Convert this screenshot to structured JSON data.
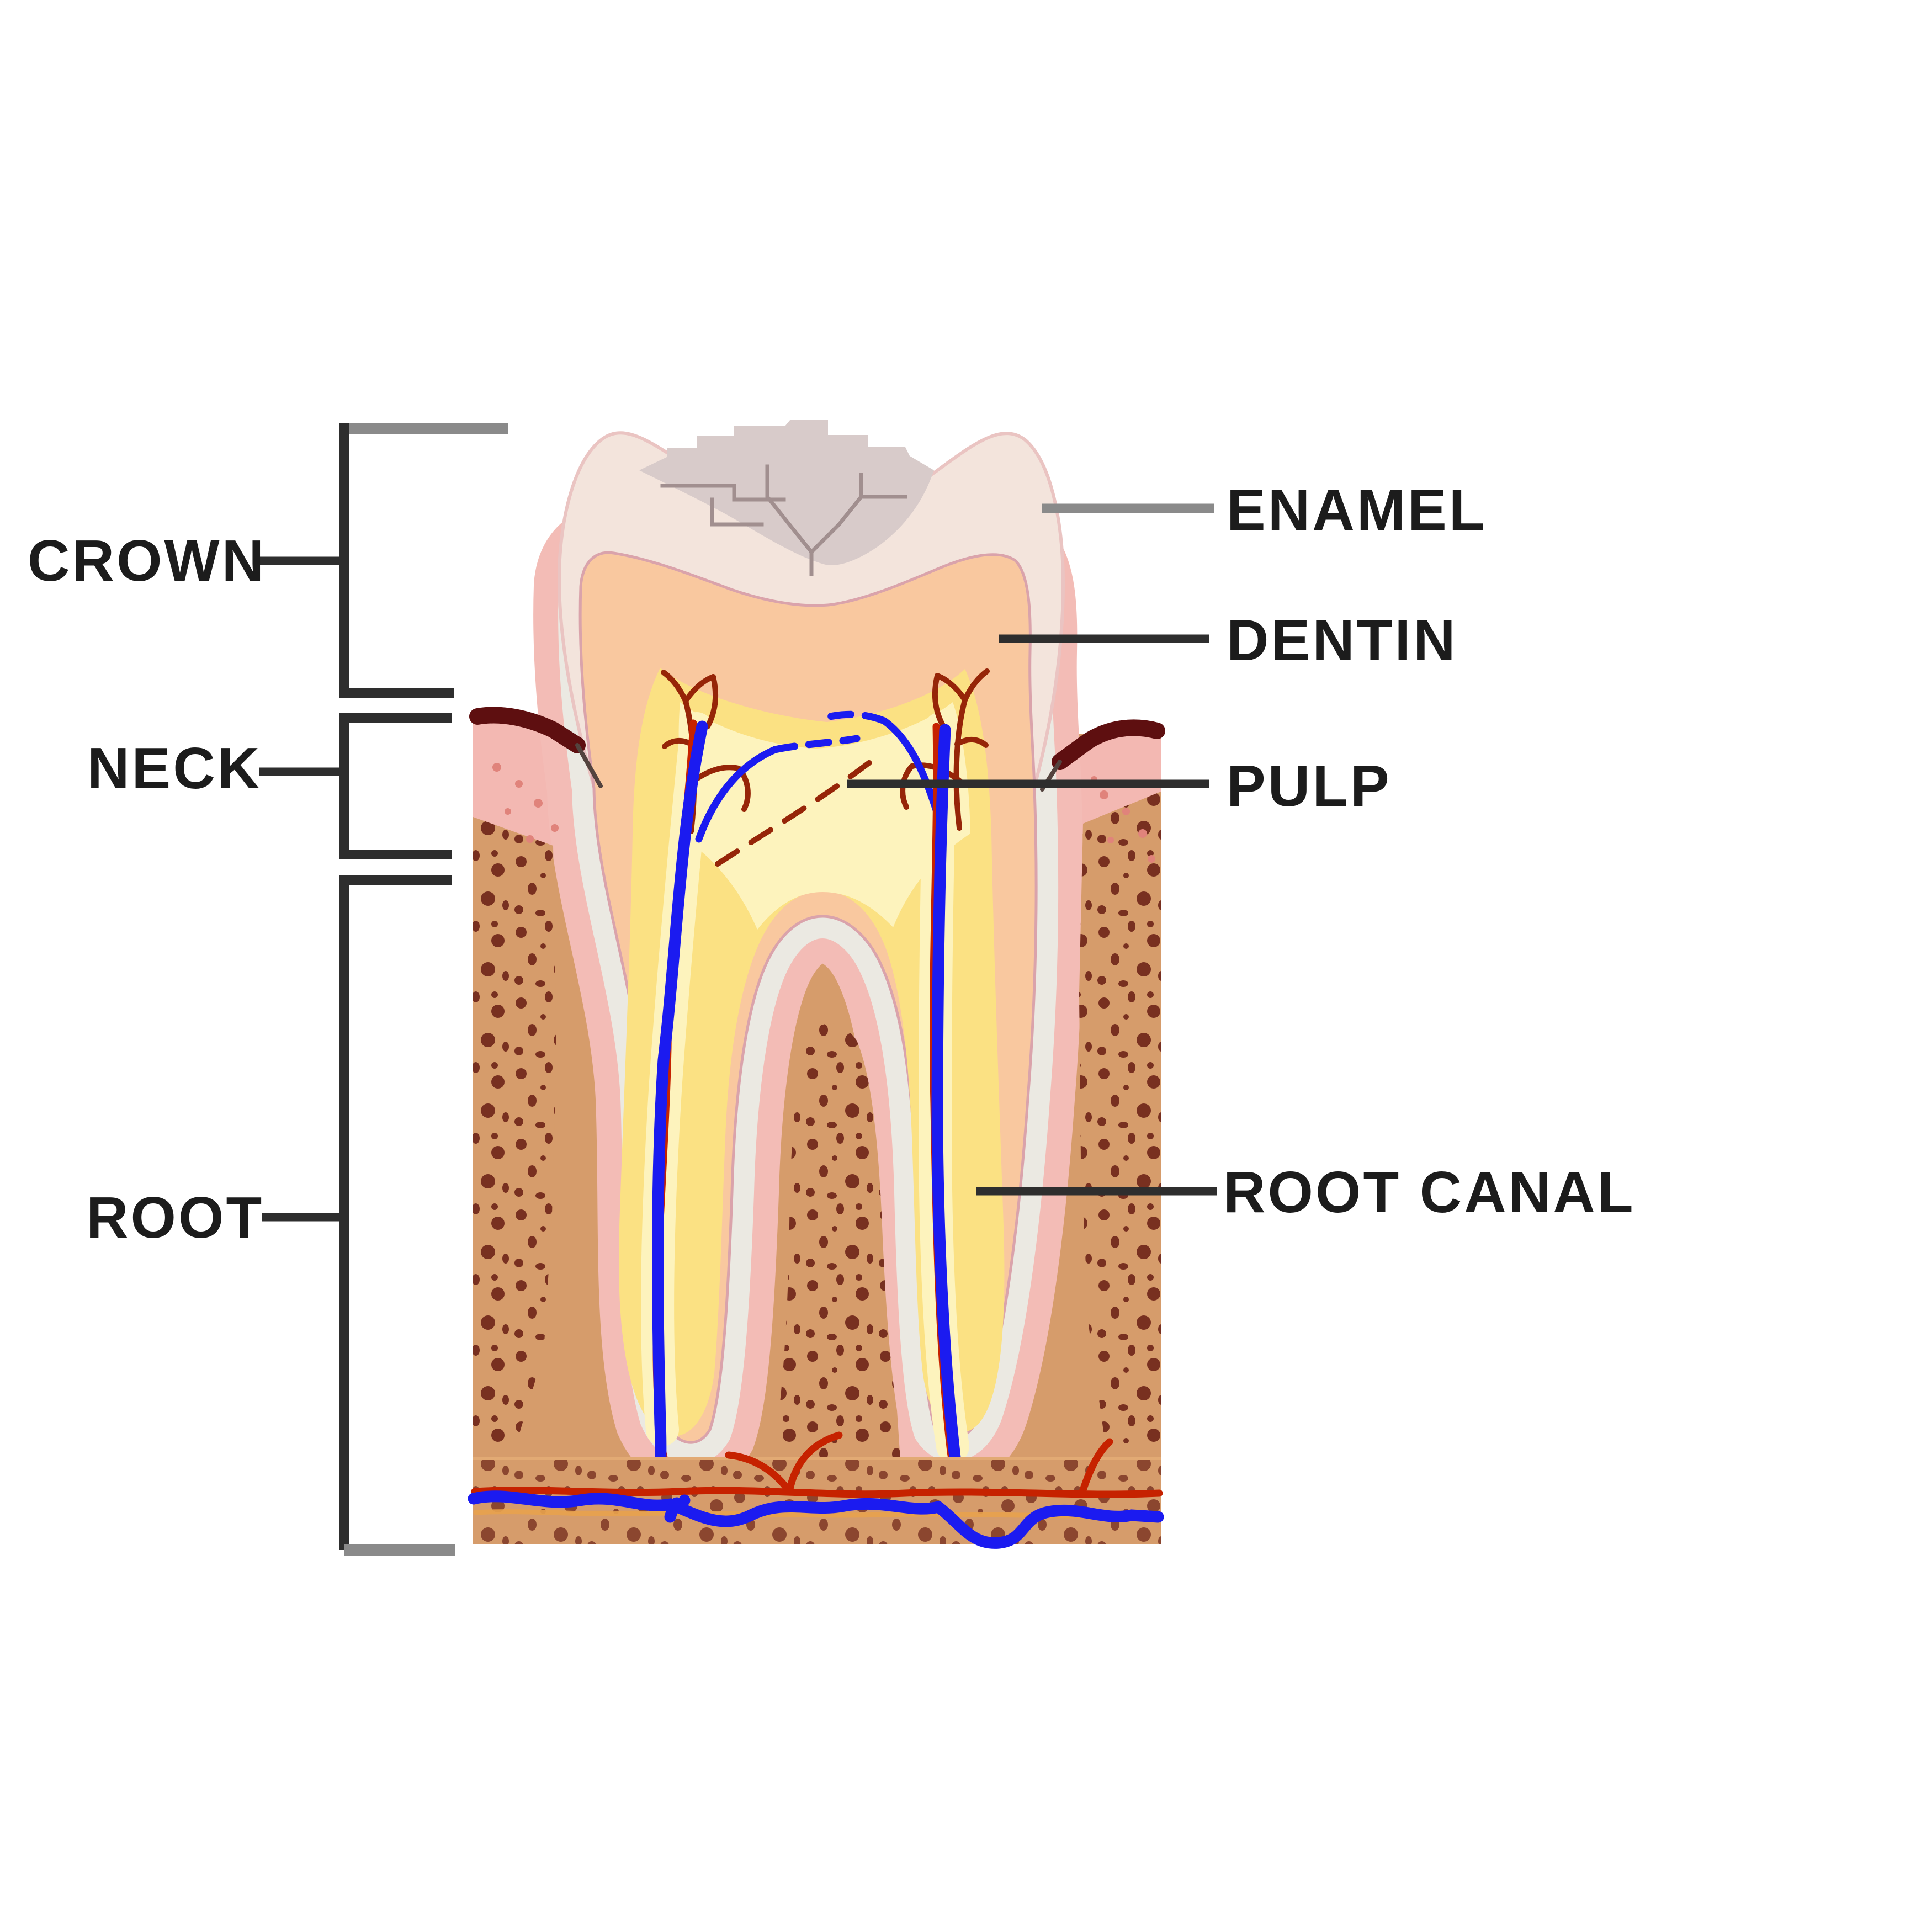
{
  "figure": {
    "title": "Tooth anatomy cross-section diagram",
    "subject": "Human molar tooth with surrounding gum and jaw bone"
  },
  "labels": {
    "crown": {
      "text": "CROWN"
    },
    "neck": {
      "text": "NECK"
    },
    "root": {
      "text": "ROOT"
    },
    "enamel": {
      "text": "ENAMEL"
    },
    "dentin": {
      "text": "DENTIN"
    },
    "pulp": {
      "text": "PULP"
    },
    "root_canal": {
      "text": "ROOT CANAL"
    }
  },
  "parts": [
    "enamel",
    "worn occlusal surface",
    "dentin",
    "pulp chamber",
    "root canal",
    "gum (gingiva)",
    "gingival crevice",
    "jaw bone",
    "cementum",
    "periodontal ligament",
    "blood vessels (artery and vein)"
  ],
  "colors": {
    "label_text": "#1c1c1c",
    "line_dark": "#2e2e2e",
    "line_gray": "#8a8a8a",
    "enamel": "#f3e4dc",
    "enamel_outline": "#eac4c2",
    "worn": "#d8cbca",
    "crack": "#a18f8f",
    "dentin": "#f9c89f",
    "dentin_outline": "#daa3ab",
    "pulp_deep": "#fbe183",
    "pulp_pale": "#fdf3bd",
    "gum": "#f3b8b2",
    "gum_dot": "#e0837b",
    "crevice": "#5e0f10",
    "bone": "#d69c6b",
    "bone_speckle": "#6e2418",
    "bone_strip_line": "#e2aa74",
    "cementum": "#ebe9e2",
    "ligament": "#f3bcb6",
    "vessel_blue": "#1b1bf0",
    "vessel_red": "#c62200",
    "vessel_dark": "#962508",
    "vessel_orange": "#e8a24e"
  }
}
